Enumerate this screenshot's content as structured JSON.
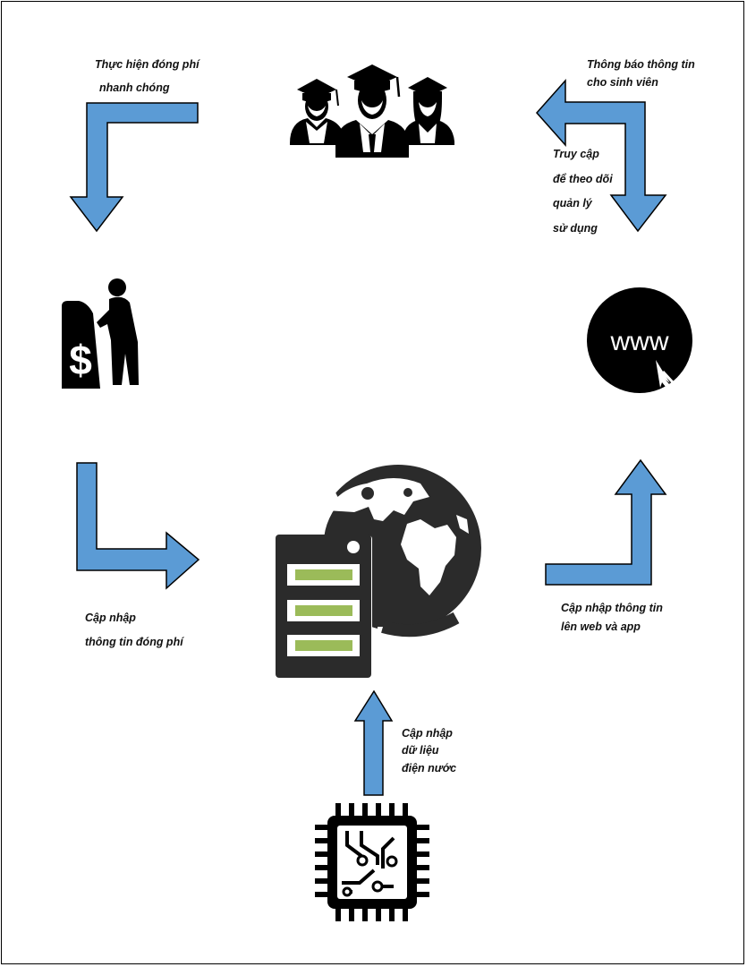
{
  "diagram": {
    "labels": {
      "pay_fee_line1": "Thực hiện đóng phí",
      "pay_fee_line2": "nhanh chóng",
      "notify_line1": "Thông báo thông tin",
      "notify_line2": "cho sinh viên",
      "access_line1": "Truy cập",
      "access_line2": "để theo dõi",
      "access_line3": "quản lý",
      "access_line4": "sử dụng",
      "update_fee_line1": "Cập nhập",
      "update_fee_line2": "thông tin đóng phí",
      "update_web_line1": "Cập nhập thông tin",
      "update_web_line2": "lên web và app",
      "update_data_line1": "Cập nhập",
      "update_data_line2": "dữ liệu",
      "update_data_line3": "điện nước"
    },
    "web_icon_text": "www",
    "nodes": [
      "students-icon",
      "atm-payment-icon",
      "web-icon",
      "server-globe-icon",
      "iot-chip-icon"
    ],
    "colors": {
      "arrow_fill": "#5b9bd5",
      "arrow_stroke": "#000000",
      "icon": "#000000",
      "server_slot": "#9bbb59",
      "server_body": "#2b2b2b"
    }
  }
}
